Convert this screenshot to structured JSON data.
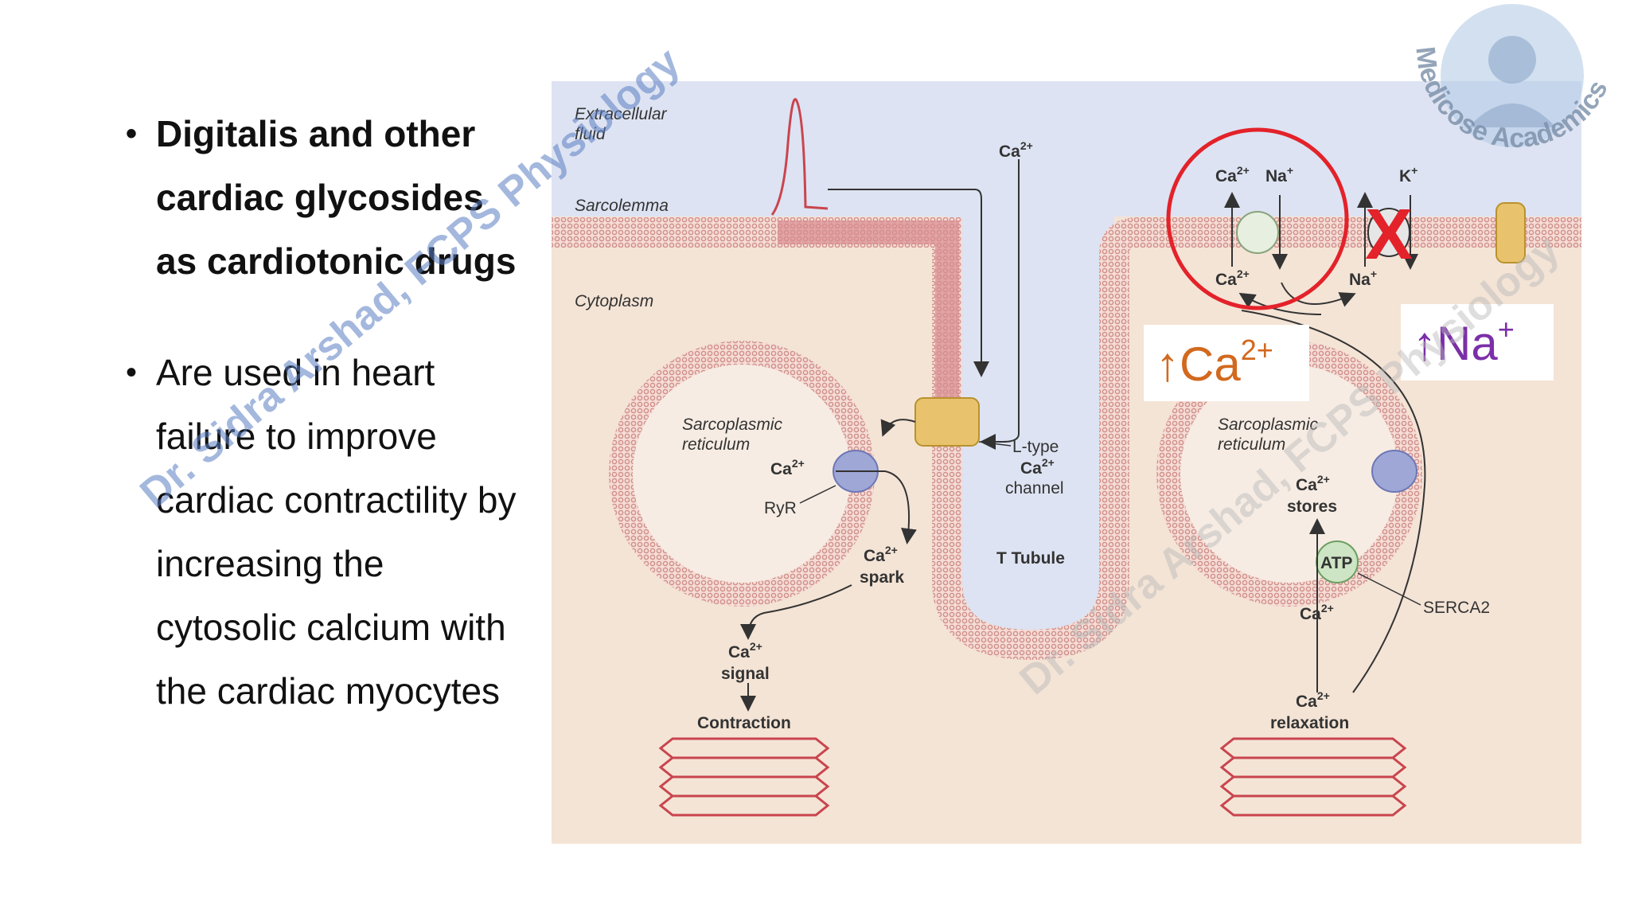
{
  "bullets": [
    {
      "text": "Digitalis and other cardiac glycosides as cardiotonic drugs",
      "bold": true
    },
    {
      "text": "Are used in heart failure to improve cardiac contractility by increasing the cytosolic calcium with the cardiac myocytes",
      "bold": false
    }
  ],
  "bullet_symbol": "•",
  "diagram": {
    "extracellular": "Extracellular",
    "extracellular2": "fluid",
    "sarcolemma": "Sarcolemma",
    "cytoplasm": "Cytoplasm",
    "sr_left": "Sarcoplasmic",
    "sr_left2": "reticulum",
    "sr_right": "Sarcoplasmic",
    "sr_right2": "reticulum",
    "ca_ion": "Ca",
    "ca_sup": "2+",
    "ryr": "RyR",
    "ltype1": "L-type",
    "ltype3": "channel",
    "spark": "spark",
    "signal": "signal",
    "contraction": "Contraction",
    "t_tubule": "T Tubule",
    "stores": "stores",
    "atp": "ATP",
    "serca": "SERCA2",
    "relaxation": "relaxation",
    "na_ion": "Na",
    "k_ion": "K",
    "plus": "+",
    "x_mark": "X"
  },
  "callouts": {
    "ca_up": "↑Ca",
    "ca_up_sup": "2+",
    "na_up": "↑Na",
    "na_up_sup": "+"
  },
  "watermarks": {
    "left": "Dr. Sidra Arshad, FCPS Physiology",
    "right": "Dr. Sidra Arshad, FCPS Physiology",
    "logo": "Medicose Academics"
  },
  "colors": {
    "extracellular": "#dde3f2",
    "cytoplasm": "#f4e4d6",
    "membrane": "#d9a49e",
    "highlight": "#e3222a",
    "ca_callout": "#d2691e",
    "na_callout": "#7b2fa8",
    "watermark": "#5b7fc4"
  }
}
